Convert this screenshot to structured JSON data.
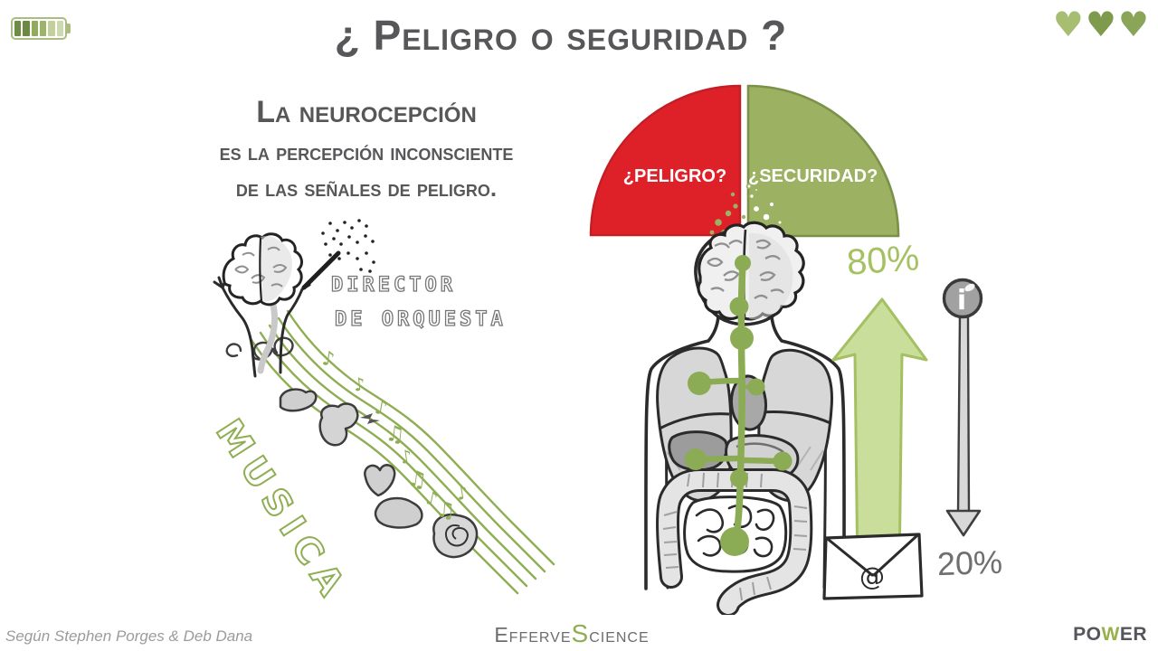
{
  "header": {
    "title": "¿ Peligro o seguridad ?",
    "battery": {
      "segment_colors": [
        "#6f8c45",
        "#6a8a3f",
        "#92aa5e",
        "#9cb36a",
        "#c3d09e",
        "#cdd9ae"
      ]
    },
    "hearts": [
      {
        "color": "#a6bd72"
      },
      {
        "color": "#7e9a4d"
      },
      {
        "color": "#8aa458"
      }
    ]
  },
  "intro": {
    "line1": "La neurocepción",
    "line2": "es la percepción inconsciente",
    "line3": "de las señales de peligro."
  },
  "conductor": {
    "label_line1": "DIRECTOR",
    "label_line2": "DE ORQUESTA",
    "music_word": "MUSICA"
  },
  "gauge": {
    "left_label": "¿PELIGRO?",
    "right_label": "¿SECURIDAD?",
    "left_color": "#de2128",
    "right_color": "#9cb162"
  },
  "flows": {
    "ascending_value": "80%",
    "ascending_color": "#c9de9b",
    "descending_value": "20%",
    "descending_color": "#d8d8d8"
  },
  "footer": {
    "credit": "Según Stephen Porges & Deb Dana",
    "brand": {
      "pre": "Efferve",
      "accent": "S",
      "post": "cience"
    },
    "logo": {
      "pre": "PO",
      "accent": "W",
      "post": "ER"
    }
  },
  "icons": {
    "heart_glyph": "♥",
    "note_glyph": "♪",
    "beamed_note_glyph": "♫",
    "at_glyph": "@",
    "info_glyph": "i"
  },
  "palette": {
    "text_gray": "#57575a",
    "olive_green": "#8fae53",
    "nerve_green": "#8cab55",
    "sketch_black": "#2b2b2b",
    "light_gray": "#d7d7d7"
  }
}
